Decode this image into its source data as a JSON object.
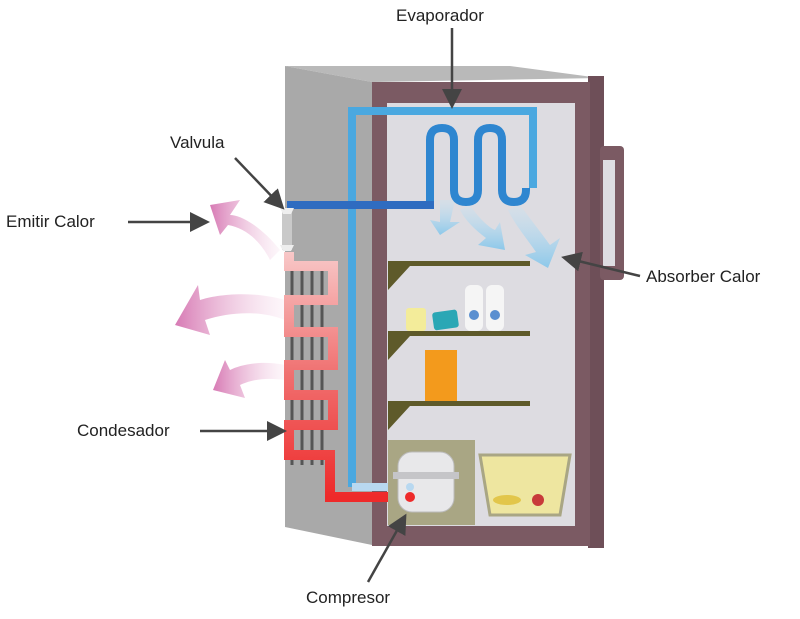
{
  "labels": {
    "evaporator": "Evaporador",
    "valve": "Valvula",
    "emit_heat": "Emitir Calor",
    "absorb_heat": "Absorber Calor",
    "condenser": "Condesador",
    "compressor": "Compresor"
  },
  "colors": {
    "cabinet_side": "#a9a9a9",
    "door_frame": "#7b5a63",
    "interior": "#dddce1",
    "cold_pipe": "#4aa8e0",
    "evaporator_pipe": "#2e86d0",
    "hot_pipe": "#ee3333",
    "heat_arrows": "#d77ab4",
    "shelf": "#5e5a2a"
  }
}
